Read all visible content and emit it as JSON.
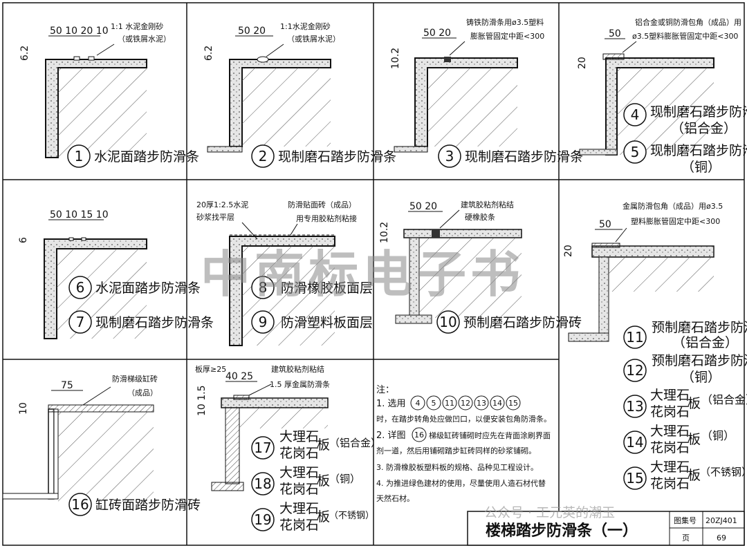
{
  "watermark": "中南标电子书",
  "footer": {
    "title": "楼梯踏步防滑条（一）",
    "atlas_label": "图集号",
    "atlas_no": "20ZJ401",
    "page_label": "页",
    "page_no": "69",
    "overlay": "公众号 · 工元英的潮玉"
  },
  "details": {
    "d1": {
      "num": "1",
      "title": "水泥面踏步防滑条",
      "note": "1:1 水泥金刚砂",
      "note2": "（或铁屑水泥）",
      "dim_h": "50 10 20 10",
      "dim_v": "6.2"
    },
    "d2": {
      "num": "2",
      "title": "现制磨石踏步防滑条",
      "note": "1:1水泥金刚砂",
      "note2": "（或铁屑水泥）",
      "dim_h": "50  20",
      "dim_v": "6.2"
    },
    "d3": {
      "num": "3",
      "title": "现制磨石踏步防滑条",
      "note": "铸铁防滑条用ø3.5塑料",
      "note2": "膨胀管固定中距<300",
      "dim_h": "50  20",
      "dim_v": "10.2"
    },
    "d45": {
      "num4": "4",
      "title4": "现制磨石踏步防滑条",
      "sub4": "（铝合金）",
      "num5": "5",
      "title5": "现制磨石踏步防滑条",
      "sub5": "（铜）",
      "note": "铝合金或铜防滑包角（成品）用",
      "note2": "ø3.5塑料膨胀管固定中距<300",
      "dim_h": "50",
      "dim_v": "20"
    },
    "d67": {
      "num6": "6",
      "title6": "水泥面踏步防滑条",
      "num7": "7",
      "title7": "现制磨石踏步防滑条",
      "dim_h": "50 10 15 10",
      "dim_v": "6"
    },
    "d89": {
      "num8": "8",
      "title8": "防滑橡胶板面层",
      "num9": "9",
      "title9": "防滑塑料板面层",
      "note_left": "20厚1:2.5水泥",
      "note_left2": "砂浆找平层",
      "note_right": "防滑贴面砖（成品）",
      "note_right2": "用专用胶粘剂粘接"
    },
    "d10": {
      "num": "10",
      "title": "预制磨石踏步防滑砖",
      "note": "建筑胶粘剂粘结",
      "note2": "硬橡胶条",
      "dim_h": "50  20",
      "dim_v": "10.2"
    },
    "d1115": {
      "note": "金属防滑包角（成品）用ø3.5",
      "note2": "塑料膨胀管固定中距<300",
      "dim_h": "50",
      "dim_v": "20",
      "num11": "11",
      "t11": "预制磨石踏步防滑条",
      "s11": "（铝合金）",
      "num12": "12",
      "t12": "预制磨石踏步防滑条",
      "s12": "（铜）",
      "num13": "13",
      "num14": "14",
      "num15": "15",
      "stone1": "大理石",
      "stone2": "花岗石",
      "ban": "板",
      "m13": "（铝合金）",
      "m14": "（铜）",
      "m15": "（不锈钢）"
    },
    "d16": {
      "num": "16",
      "title": "缸砖面踏步防滑砖",
      "note": "防滑梯级缸砖",
      "note2": "（成品）",
      "dim_h": "75",
      "dim_v": "10"
    },
    "d1719": {
      "note_left": "板厚≥25",
      "note": "建筑胶粘剂粘结",
      "note2": "1.5 厚金属防滑条",
      "dim_h": "40  25",
      "dim_v": "10 1.5",
      "num17": "17",
      "num18": "18",
      "num19": "19",
      "stone1": "大理石",
      "stone2": "花岗石",
      "ban": "板",
      "m17": "（铝合金）",
      "m18": "（铜）",
      "m19": "（不锈钢）"
    }
  },
  "notes": {
    "head": "注：",
    "n1a": "1.  选用",
    "n1_nums": [
      "4",
      "5",
      "11",
      "12",
      "13",
      "14",
      "15"
    ],
    "n1b": "时，在踏步转角处应做凹口，以便安装包角防滑条。",
    "n2a": "2.  详图",
    "n2_num": "16",
    "n2b": "梯级缸砖铺砌时应先在背面涂刷界面",
    "n2c": "剂一道，然后用铺砌踏步缸砖同样的砂浆铺砌。",
    "n3": "3.  防滑橡胶板塑料板的规格、品种见工程设计。",
    "n4a": "4.  为推进绿色建材的使用，尽量使用人造石材代替",
    "n4b": "天然石材。"
  },
  "colors": {
    "ink": "#111111",
    "fill": "#d9d9d9",
    "hatch": "#555555",
    "watermark": "#9a9a9a"
  }
}
